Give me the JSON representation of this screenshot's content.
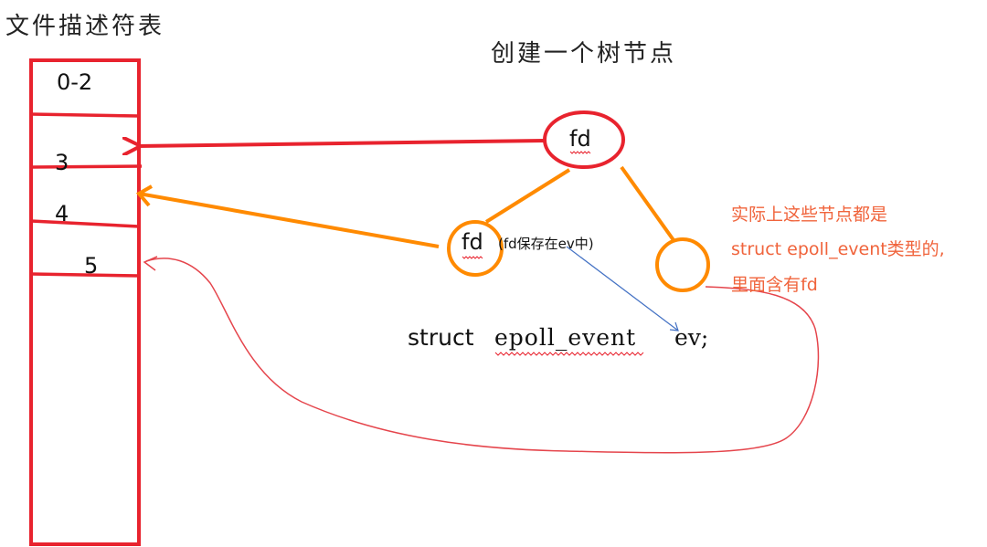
{
  "table": {
    "title": "文件描述符表",
    "cells": [
      "0-2",
      "3",
      "4",
      "5"
    ]
  },
  "tree": {
    "title": "创建一个树节点",
    "root_label": "fd",
    "child_label": "fd",
    "child_note": "(fd保存在ev中)"
  },
  "code": {
    "keyword": "struct",
    "type": "epoll_event",
    "var": "ev;"
  },
  "annotation": {
    "lines": [
      "实际上这些节点都是",
      "struct epoll_event类型的,",
      "里面含有fd"
    ]
  },
  "colors": {
    "red": "#e8232e",
    "orange": "#ff8a00",
    "blue": "#4472c4",
    "thin_red": "#e5454c",
    "annotation": "#f0643c"
  }
}
